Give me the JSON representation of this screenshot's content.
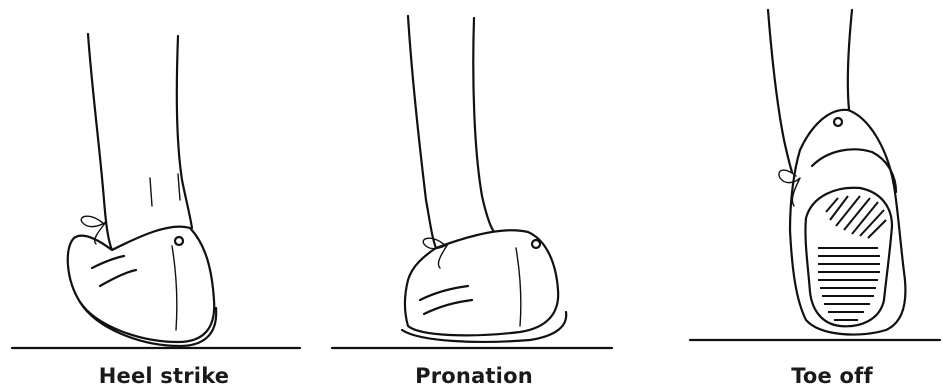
{
  "figure": {
    "panels": [
      {
        "id": "heel-strike",
        "caption": "Heel strike"
      },
      {
        "id": "pronation",
        "caption": "Pronation"
      },
      {
        "id": "toe-off",
        "caption": "Toe off"
      }
    ]
  }
}
